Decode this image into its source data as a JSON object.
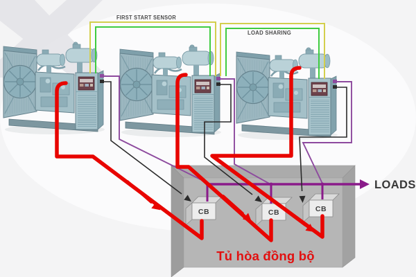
{
  "diagram": {
    "title": "Generator paralleling / synchronization diagram",
    "labels": {
      "first_start_sensor": "FIRST START SENSOR",
      "load_sharing": "LOAD SHARING",
      "loads": "LOADS"
    },
    "generators": [
      {
        "id": "generator-1"
      },
      {
        "id": "generator-2"
      },
      {
        "id": "generator-3"
      }
    ],
    "panel": {
      "caption": "Tủ hòa đồng bộ",
      "breakers": [
        {
          "label": "CB"
        },
        {
          "label": "CB"
        },
        {
          "label": "CB"
        }
      ]
    },
    "colors": {
      "sensor_wire_yellow": "#d3cf4d",
      "sensor_wire_green": "#3fcc40",
      "power_cable_red": "#e80500",
      "signal_wire_black": "#2b2b2b",
      "gen_wire_purple": "#8d4a9e",
      "bus_purple": "#8a1b8a",
      "caption_red": "#e21010",
      "panel_gray": "#b6b6b6"
    }
  }
}
